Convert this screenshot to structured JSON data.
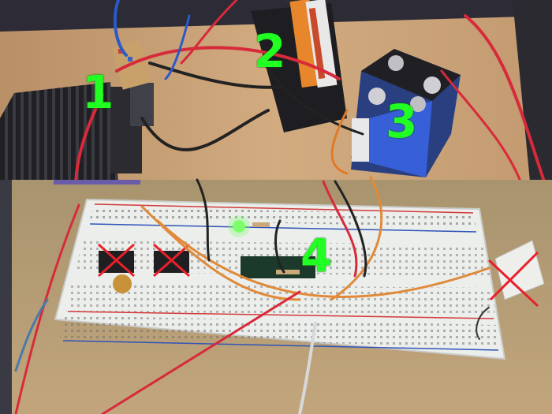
{
  "labels": {
    "one": "1",
    "two": "2",
    "three": "3",
    "four": "4"
  },
  "colors": {
    "label_green": "#22ff22",
    "table_wood": "#c9a275",
    "breadboard": "#eef0ee",
    "rail_red": "#d23a3a",
    "rail_blue": "#2f54b8"
  },
  "icons": {
    "heatsink": "heatsink-icon",
    "battery_pack": "battery-pack-icon",
    "nine_volt_battery": "nine-volt-battery-icon",
    "breadboard": "breadboard-icon"
  }
}
